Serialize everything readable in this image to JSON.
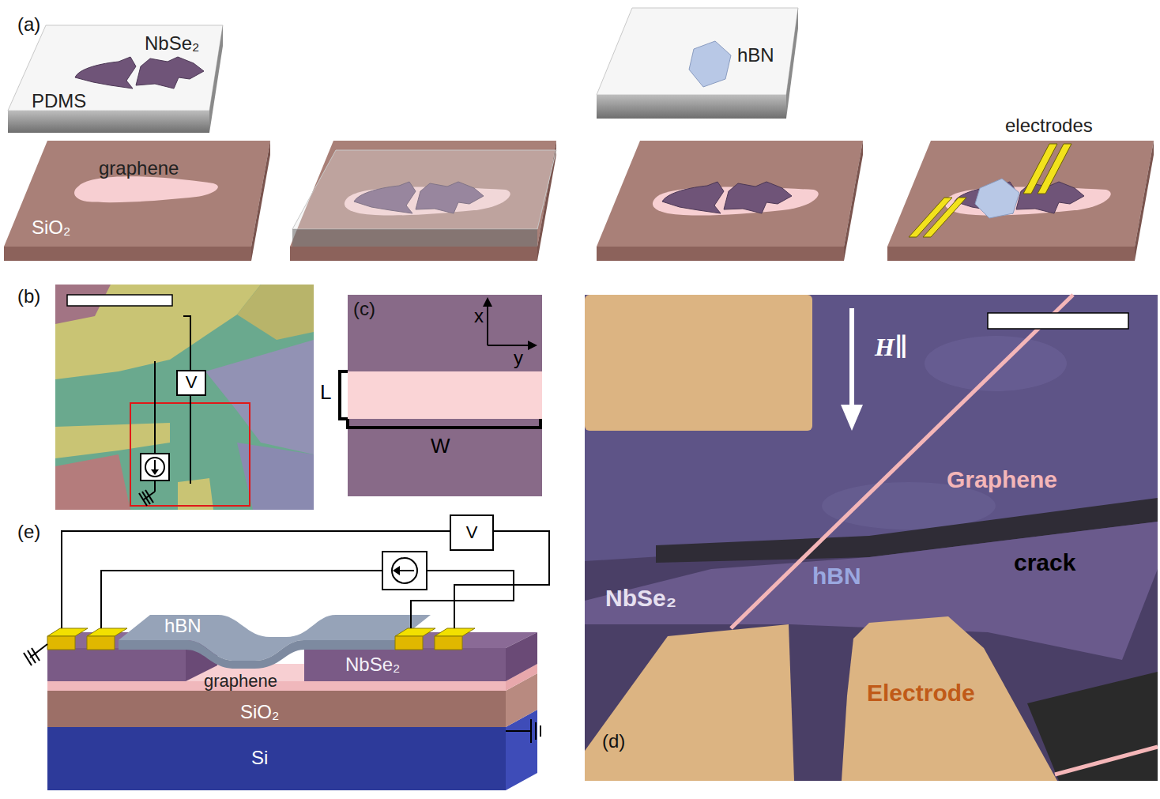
{
  "diagram": {
    "nodes": [
      {
        "text": [
          "V"
        ]
      },
      {
        "text": [
          "V"
        ]
      }
    ],
    "labels": [
      "(a)",
      "NbSe₂",
      "PDMS",
      "graphene",
      "SiO₂",
      "hBN",
      "electrodes",
      "(b)",
      "(c)",
      "x",
      "y",
      "L",
      "W",
      "(d)",
      "H∥",
      "Graphene",
      "crack",
      "hBN",
      "NbSe₂",
      "Electrode",
      "(e)",
      "hBN",
      "graphene",
      "NbSe₂",
      "SiO₂",
      "Si"
    ]
  }
}
